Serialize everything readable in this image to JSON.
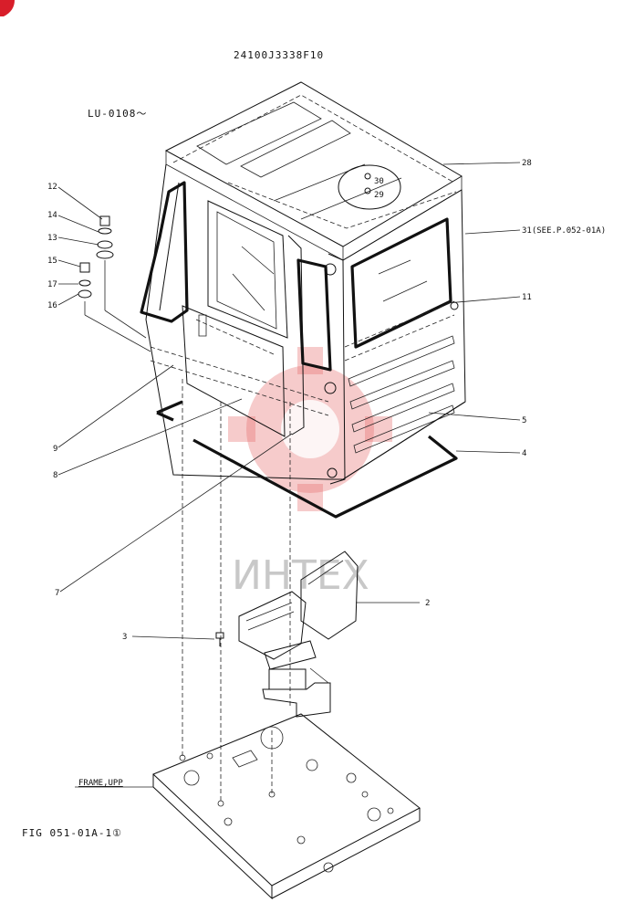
{
  "header": {
    "part_number": "24100J3338F10",
    "serial_range": "LU-0108〜",
    "figure_id": "FIG 051-01A-1①"
  },
  "labels": {
    "p28": "28",
    "p30": "30",
    "p29": "29",
    "p31": "31(SEE.P.052-01A)",
    "p11": "11",
    "p5": "5",
    "p4": "4",
    "p12": "12",
    "p14": "14",
    "p13": "13",
    "p15": "15",
    "p17": "17",
    "p16": "16",
    "p9": "9",
    "p8": "8",
    "p7": "7",
    "p2": "2",
    "p3": "3",
    "frame": "FRAME,UPP"
  },
  "watermark": {
    "text": "ИНТЕХ",
    "color": "#e56a6a"
  },
  "corner_mark_color": "#d81e2a"
}
